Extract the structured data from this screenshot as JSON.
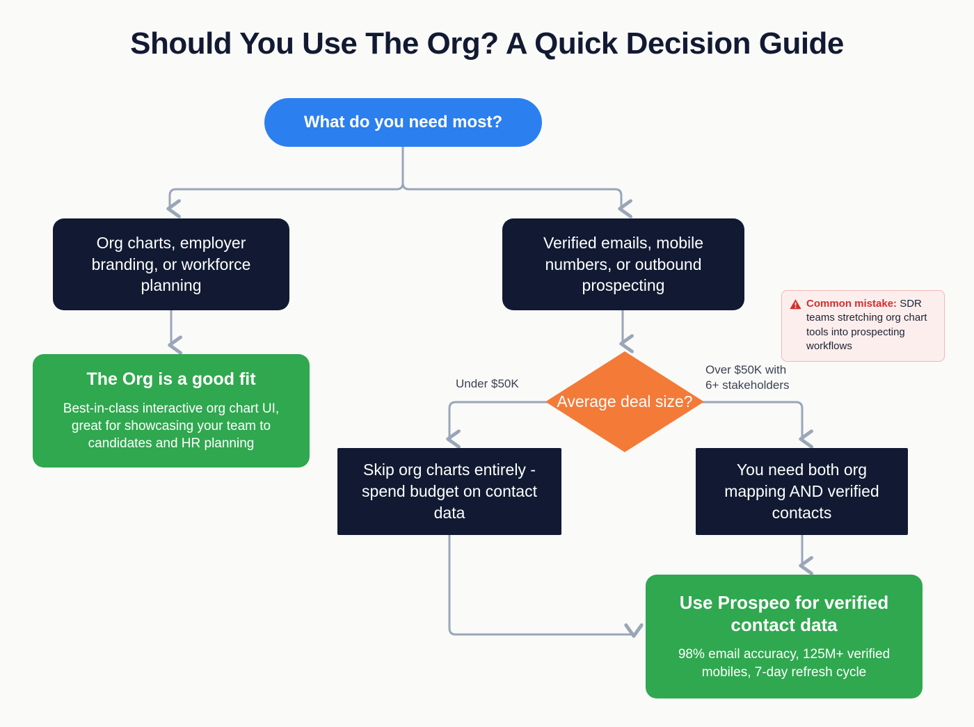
{
  "page": {
    "title": "Should You Use The Org? A Quick Decision Guide",
    "background_color": "#fafaf8"
  },
  "colors": {
    "accent_blue": "#2b7fef",
    "dark_navy": "#111a32",
    "green": "#2fa84f",
    "orange": "#f47a38",
    "warning_red": "#d32f2f",
    "callout_bg": "#fdeeee",
    "connector": "#9aa6b8",
    "title_text": "#121a33"
  },
  "flow": {
    "start": {
      "label": "What do you need most?",
      "shape": "pill",
      "color": "#2b7fef"
    },
    "branch_left": {
      "label": "Org charts, employer branding, or workforce planning",
      "shape": "rounded-rect",
      "color": "#111a32"
    },
    "branch_right": {
      "label": "Verified emails, mobile numbers, or outbound prospecting",
      "shape": "rounded-rect",
      "color": "#111a32"
    },
    "result_theorg": {
      "title": "The Org is a good fit",
      "body": "Best-in-class interactive org chart UI, great for showcasing your team to candidates and HR planning",
      "shape": "rounded-rect",
      "color": "#2fa84f"
    },
    "decision": {
      "label": "Average\ndeal size?",
      "shape": "diamond",
      "color": "#f47a38"
    },
    "edge_label_left": "Under $50K",
    "edge_label_right": "Over $50K with\n6+ stakeholders",
    "outcome_skip": {
      "label": "Skip org charts entirely - spend budget on contact data",
      "shape": "rect",
      "color": "#111a32"
    },
    "outcome_both": {
      "label": "You need both org mapping AND verified contacts",
      "shape": "rect",
      "color": "#111a32"
    },
    "result_prospeo": {
      "title": "Use Prospeo for verified contact data",
      "body": "98% email accuracy, 125M+ verified mobiles, 7-day refresh cycle",
      "shape": "rounded-rect",
      "color": "#2fa84f"
    }
  },
  "callout": {
    "icon": "warning-triangle-icon",
    "title": "Common mistake:",
    "body": "SDR teams stretching org chart tools into prospecting workflows"
  }
}
